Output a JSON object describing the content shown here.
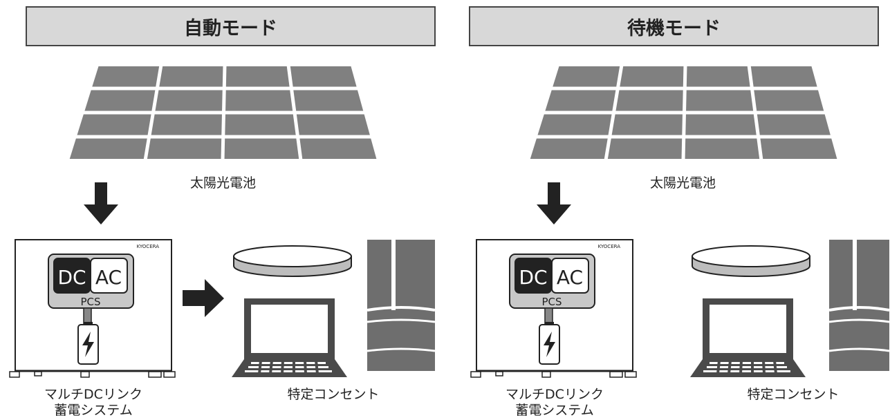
{
  "panels": [
    {
      "title": "自動モード",
      "solar_label": "太陽光電池",
      "system_label_line1": "マルチDCリンク",
      "system_label_line2": "蓄電システム",
      "load_label": "特定コンセント",
      "pcs_dc": "DC",
      "pcs_ac": "AC",
      "pcs_label": "PCS",
      "brand": "KYOCERA",
      "dc_highlighted": true,
      "power_to_loads": true
    },
    {
      "title": "待機モード",
      "solar_label": "太陽光電池",
      "system_label_line1": "マルチDCリンク",
      "system_label_line2": "蓄電システム",
      "load_label": "特定コンセント",
      "pcs_dc": "DC",
      "pcs_ac": "AC",
      "pcs_label": "PCS",
      "brand": "KYOCERA",
      "dc_highlighted": true,
      "power_to_loads": false
    }
  ],
  "colors": {
    "header_bg": "#d8d8d8",
    "solar_panel": "#808080",
    "arrow": "#222222",
    "cabinet_border": "#222222",
    "pcs_box": "#c8c8c8",
    "dc_box": "#222222",
    "lamp": "#bdbdbd",
    "laptop": "#4a4a4a",
    "fridge": "#6e6e6e"
  }
}
